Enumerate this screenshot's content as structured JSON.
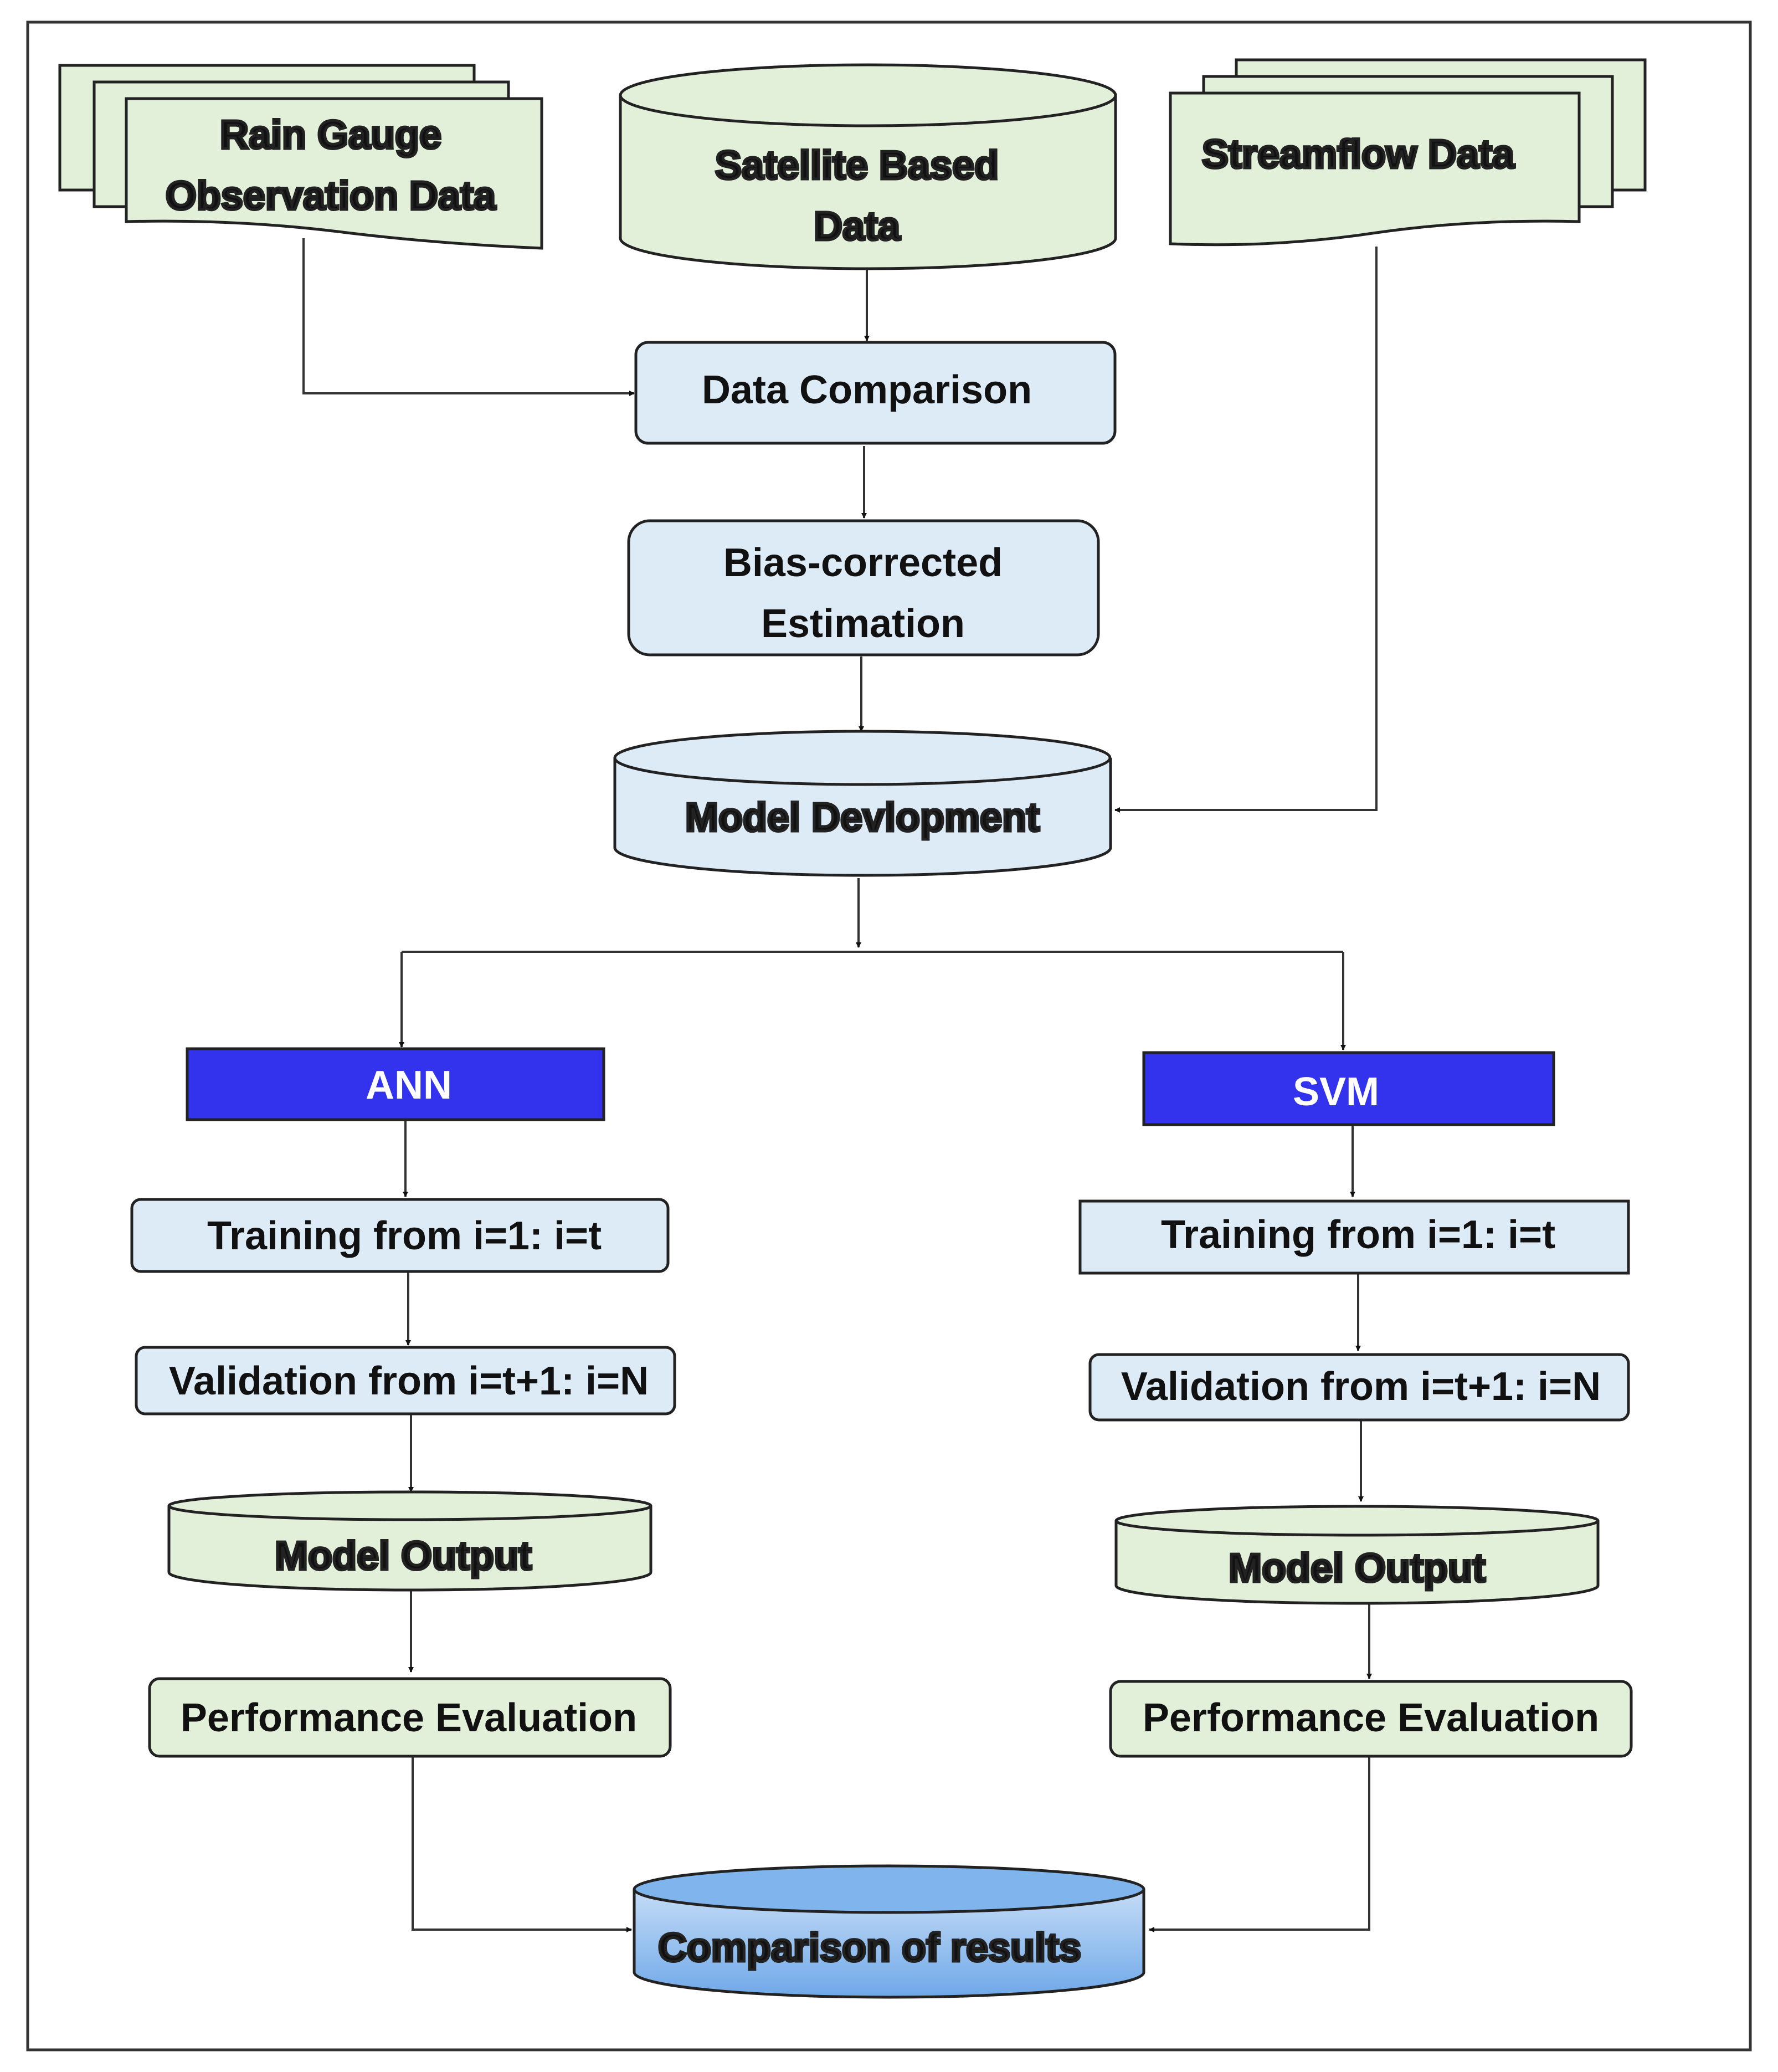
{
  "nodes": {
    "rain_gauge": {
      "lines": [
        "Rain Gauge",
        "Observation  Data"
      ]
    },
    "satellite": {
      "lines": [
        "Satellite Based",
        "Data"
      ]
    },
    "streamflow": {
      "lines": [
        "Streamflow Data"
      ]
    },
    "data_comparison": {
      "lines": [
        "Data Comparison"
      ]
    },
    "bias_corrected": {
      "lines": [
        "Bias-corrected",
        "Estimation"
      ]
    },
    "model_development": {
      "lines": [
        "Model Devlopment"
      ]
    },
    "ann": {
      "label": "ANN"
    },
    "svm": {
      "label": "SVM"
    },
    "ann_training": {
      "label": "Training from i=1: i=t"
    },
    "svm_training": {
      "label": "Training from i=1: i=t"
    },
    "ann_validation": {
      "label": "Validation from i=t+1: i=N"
    },
    "svm_validation": {
      "label": "Validation from i=t+1: i=N"
    },
    "ann_output": {
      "label": "Model  Output"
    },
    "svm_output": {
      "label": "Model  Output"
    },
    "ann_performance": {
      "label": "Performance Evaluation"
    },
    "svm_performance": {
      "label": "Performance Evaluation"
    },
    "comparison": {
      "label": "Comparison of results"
    }
  },
  "colors": {
    "green_fill": "#e2efd9",
    "light_blue_fill": "#ddebf7",
    "model_blue_fill": "#3333ee",
    "results_gradient_top": "#c5dcf6",
    "results_gradient_bottom": "#6fa8e8",
    "outline": "#222222"
  }
}
